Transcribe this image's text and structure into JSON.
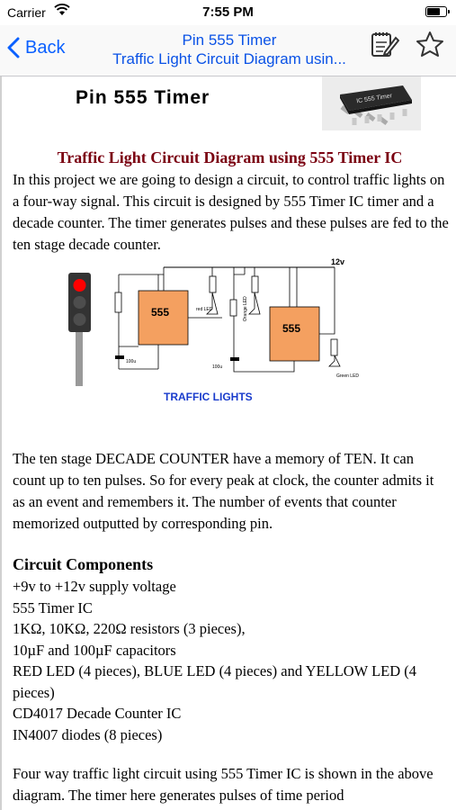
{
  "status_bar": {
    "carrier": "Carrier",
    "time": "7:55 PM"
  },
  "nav": {
    "back_label": "Back",
    "title_line1": "Pin 555 Timer",
    "title_line2": "Traffic Light Circuit Diagram usin..."
  },
  "banner": {
    "title": "Pin 555 Timer",
    "chip_label": "IC 555 Timer"
  },
  "article": {
    "title": "Traffic Light Circuit Diagram using 555 Timer IC",
    "intro": "In this project we are going to design a circuit, to control traffic lights on a four-way signal. This circuit is designed by 555 Timer IC timer and a decade counter.  The timer generates pulses and these pulses are fed to the ten stage decade counter.",
    "diagram": {
      "label": "TRAFFIC LIGHTS",
      "supply": "12v",
      "ic_label": "555",
      "red_led": "red LED",
      "orange_led": "Orange LED",
      "green_led": "Green LED",
      "cap_label": "100u"
    },
    "paragraph2": "The ten stage DECADE COUNTER have a memory of TEN. It can count up to ten pulses. So for every peak at clock, the counter admits it as an event and remembers it. The number of events that counter memorized outputted by corresponding pin.",
    "components_title": "Circuit Components",
    "components": [
      "+9v to +12v supply voltage",
      "555 Timer IC",
      "1KΩ, 10KΩ, 220Ω resistors (3 pieces),",
      "10µF and 100µF capacitors",
      "RED LED (4 pieces), BLUE LED (4 pieces) and YELLOW LED (4 pieces)",
      "CD4017 Decade Counter IC",
      "IN4007 diodes (8 pieces)"
    ],
    "paragraph3": "Four way traffic light circuit using 555 Timer IC is shown in the above diagram. The timer here generates pulses of time period"
  },
  "colors": {
    "accent": "#0a60ff",
    "title_red": "#7a0010",
    "ic_orange": "#f4a060",
    "diagram_blue": "#1a3ccc"
  }
}
